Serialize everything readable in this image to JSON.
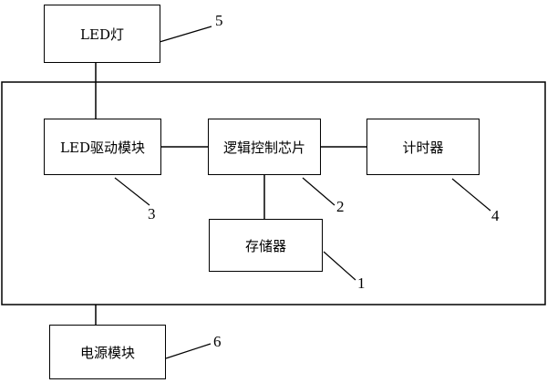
{
  "blocks": {
    "led_light": "LED灯",
    "led_driver": "LED驱动模块",
    "logic_chip": "逻辑控制芯片",
    "timer": "计时器",
    "storage": "存储器",
    "power": "电源模块"
  },
  "ref_numbers": {
    "storage": "1",
    "logic_chip": "2",
    "led_driver": "3",
    "timer": "4",
    "led_light": "5",
    "power": "6"
  }
}
